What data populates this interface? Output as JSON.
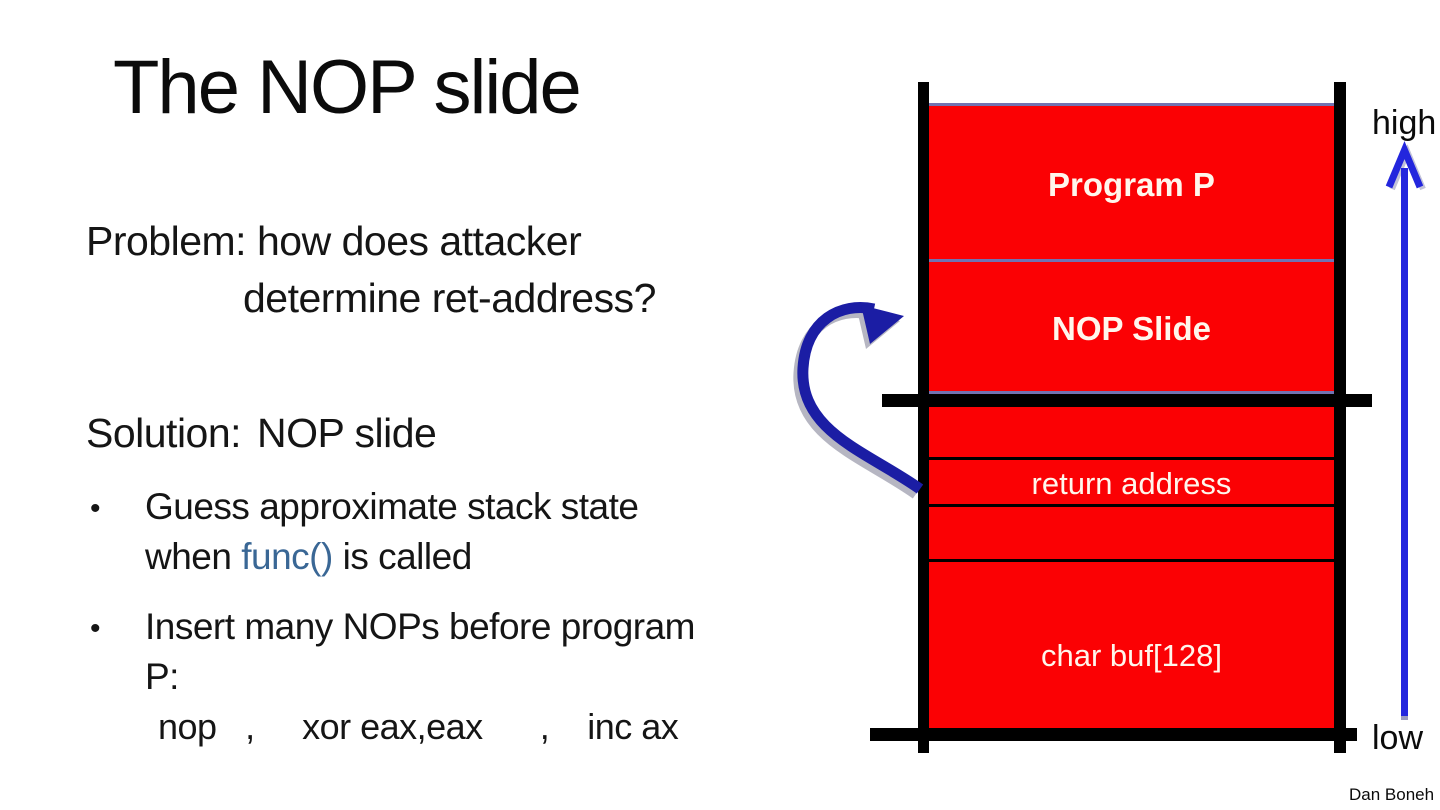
{
  "slide": {
    "title": "The NOP slide",
    "problem_label": "Problem:",
    "problem_line1": "how does attacker",
    "problem_line2": "determine ret-address?",
    "solution_label": "Solution:",
    "solution_text": "NOP slide",
    "bullet_char": "•",
    "bullets": {
      "0": {
        "line1": "Guess approximate stack state",
        "line2_pre": "when ",
        "code": "func()",
        "line2_post": " is called"
      },
      "1": {
        "line1": "Insert many NOPs before program",
        "line2": "P:"
      }
    },
    "nop_line": "nop   ,     xor eax,eax      ,    inc ax",
    "credit": "Dan Boneh"
  },
  "diagram": {
    "stack_segments": {
      "program": "Program P",
      "nop_slide": "NOP Slide",
      "return_address": "return address",
      "char_buf": "char buf[128]"
    },
    "high_label": "high",
    "low_label": "low"
  },
  "colors": {
    "box_red": "#fb0104",
    "divider_slate": "#7173b1",
    "curved_arrow_navy": "#1b1da4",
    "direction_arrow_blue": "#2326dd",
    "func_blue": "#3a6795",
    "box_text": "#fff6ec"
  }
}
